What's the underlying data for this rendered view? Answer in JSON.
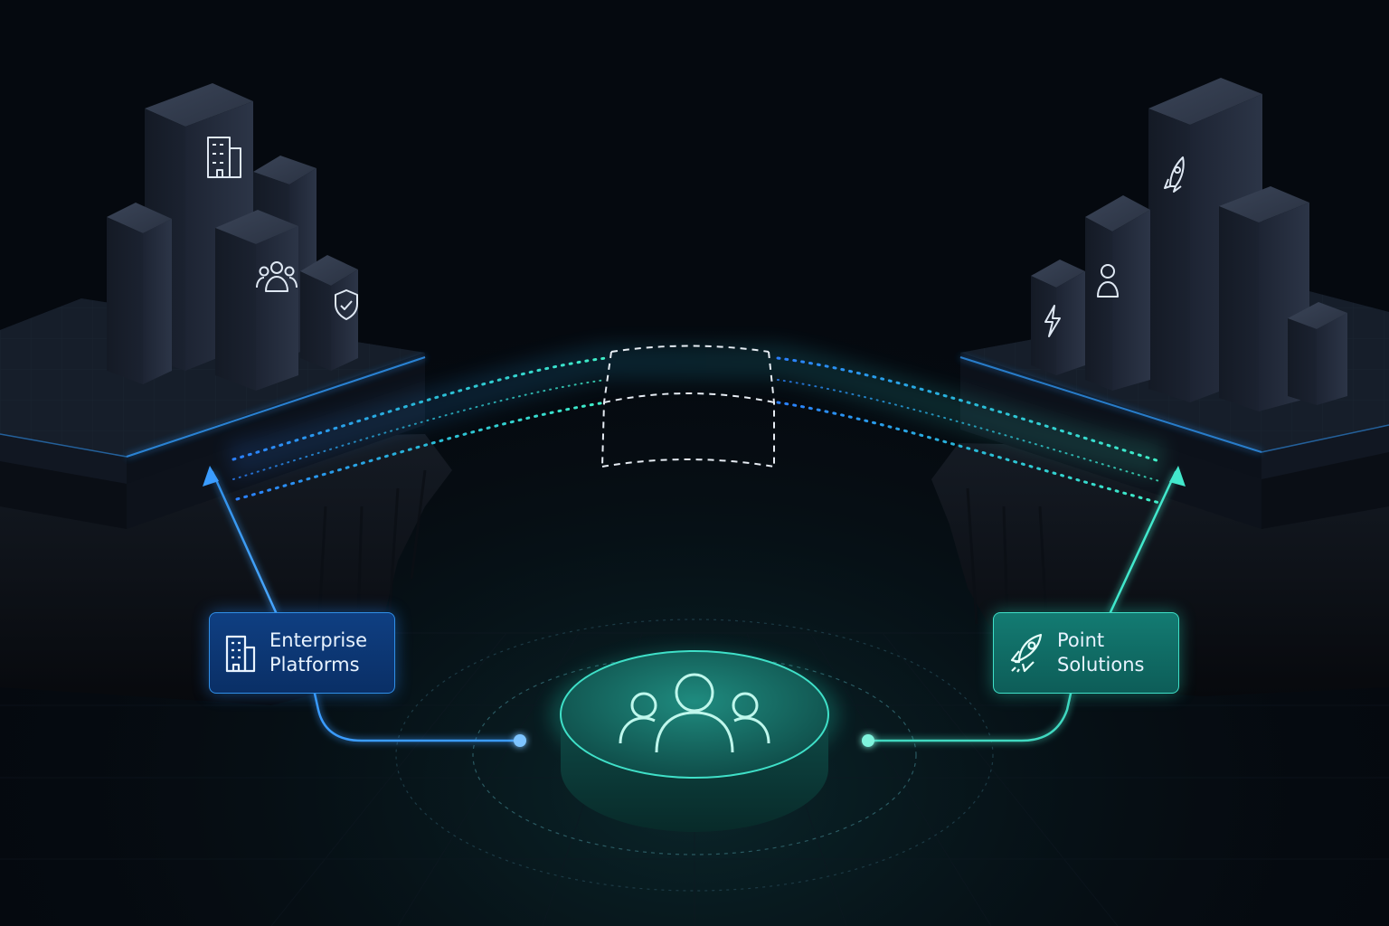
{
  "labels": {
    "enterprise": {
      "line1": "Enterprise",
      "line2": "Platforms",
      "icon": "building-icon"
    },
    "point": {
      "line1": "Point",
      "line2": "Solutions",
      "icon": "rocket-icon"
    }
  },
  "center": {
    "icon": "users-group-icon"
  },
  "left_tower_icons": [
    "building-icon",
    "users-group-icon",
    "shield-check-icon"
  ],
  "right_tower_icons": [
    "rocket-icon",
    "user-icon",
    "lightning-icon"
  ],
  "colors": {
    "background": "#05090f",
    "enterprise_blue": "#2f8fe8",
    "point_teal": "#3fe0c8",
    "hub_teal": "#1f9e8c"
  }
}
